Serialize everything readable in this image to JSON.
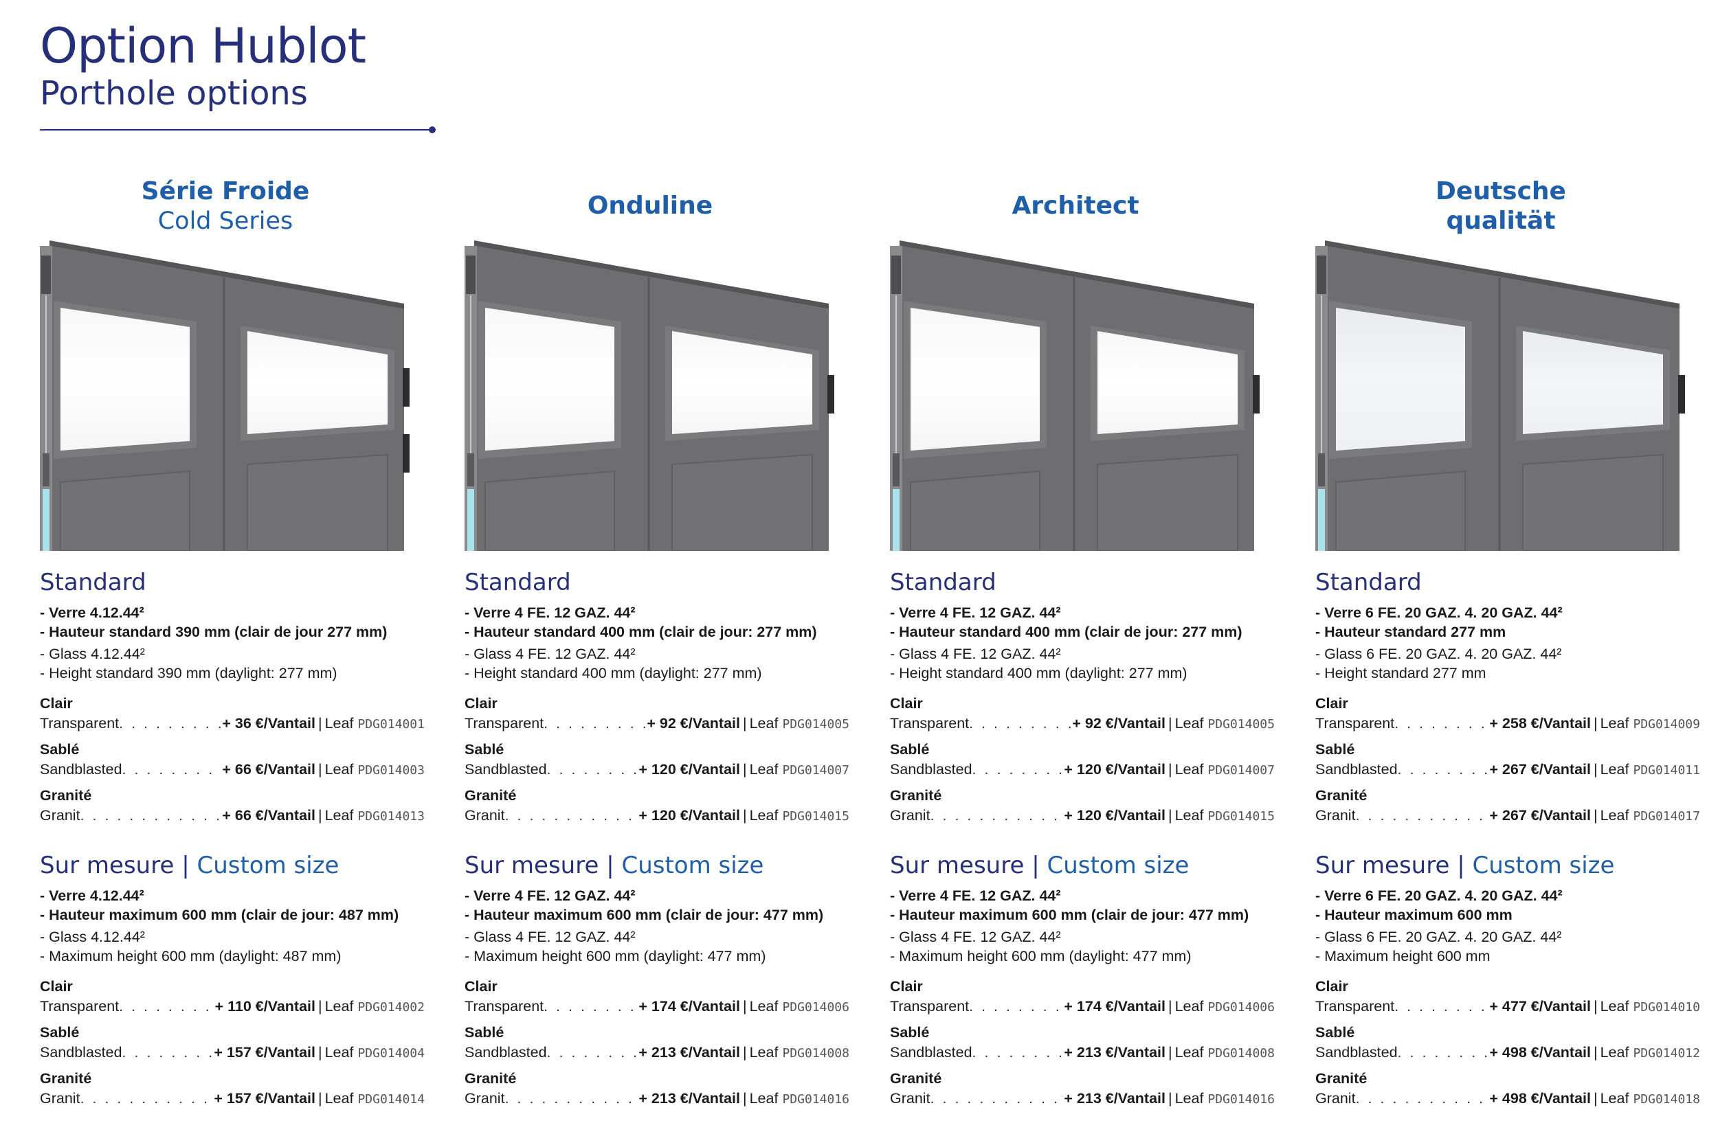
{
  "header": {
    "title": "Option Hublot",
    "subtitle": "Porthole options"
  },
  "columns": [
    {
      "title_fr": "Série Froide",
      "title_en": "Cold Series",
      "standard": {
        "title": "Standard",
        "spec_fr_1": "- Verre 4.12.44²",
        "spec_fr_2": "- Hauteur standard 390 mm (clair de jour 277 mm)",
        "spec_en_1": "- Glass 4.12.44²",
        "spec_en_2": "- Height standard 390 mm (daylight: 277 mm)",
        "prices": [
          {
            "fr": "Clair",
            "en": "Transparent",
            "price": "+ 36 €/Vantail",
            "leaf": "Leaf",
            "code": "PDG014001"
          },
          {
            "fr": "Sablé",
            "en": "Sandblasted",
            "price": "+ 66 €/Vantail",
            "leaf": "Leaf",
            "code": "PDG014003"
          },
          {
            "fr": "Granité",
            "en": "Granit",
            "price": "+ 66 €/Vantail",
            "leaf": "Leaf",
            "code": "PDG014013"
          }
        ]
      },
      "custom": {
        "title_fr": "Sur mesure",
        "title_en": "Custom size",
        "spec_fr_1": "- Verre 4.12.44²",
        "spec_fr_2": "- Hauteur maximum 600 mm (clair de jour: 487 mm)",
        "spec_en_1": "- Glass 4.12.44²",
        "spec_en_2": "- Maximum height 600 mm (daylight: 487 mm)",
        "prices": [
          {
            "fr": "Clair",
            "en": "Transparent",
            "price": "+ 110 €/Vantail",
            "leaf": "Leaf",
            "code": "PDG014002"
          },
          {
            "fr": "Sablé",
            "en": "Sandblasted",
            "price": "+ 157 €/Vantail",
            "leaf": "Leaf",
            "code": "PDG014004"
          },
          {
            "fr": "Granité",
            "en": "Granit",
            "price": "+ 157 €/Vantail",
            "leaf": "Leaf",
            "code": "PDG014014"
          }
        ]
      }
    },
    {
      "title_fr": "Onduline",
      "title_en": "",
      "standard": {
        "title": "Standard",
        "spec_fr_1": "- Verre 4 FE. 12 GAZ. 44²",
        "spec_fr_2": "- Hauteur standard 400 mm (clair de jour: 277 mm)",
        "spec_en_1": "- Glass 4 FE. 12 GAZ. 44²",
        "spec_en_2": "- Height standard 400 mm (daylight: 277 mm)",
        "prices": [
          {
            "fr": "Clair",
            "en": "Transparent",
            "price": "+ 92 €/Vantail",
            "leaf": "Leaf",
            "code": "PDG014005"
          },
          {
            "fr": "Sablé",
            "en": "Sandblasted",
            "price": "+ 120 €/Vantail",
            "leaf": "Leaf",
            "code": "PDG014007"
          },
          {
            "fr": "Granité",
            "en": "Granit",
            "price": "+ 120 €/Vantail",
            "leaf": "Leaf",
            "code": "PDG014015"
          }
        ]
      },
      "custom": {
        "title_fr": "Sur mesure",
        "title_en": "Custom size",
        "spec_fr_1": "- Verre 4 FE. 12 GAZ. 44²",
        "spec_fr_2": "- Hauteur maximum 600 mm (clair de jour: 477 mm)",
        "spec_en_1": "- Glass 4 FE. 12 GAZ. 44²",
        "spec_en_2": "- Maximum height 600 mm (daylight: 477 mm)",
        "prices": [
          {
            "fr": "Clair",
            "en": "Transparent",
            "price": "+ 174 €/Vantail",
            "leaf": "Leaf",
            "code": "PDG014006"
          },
          {
            "fr": "Sablé",
            "en": "Sandblasted",
            "price": "+ 213 €/Vantail",
            "leaf": "Leaf",
            "code": "PDG014008"
          },
          {
            "fr": "Granité",
            "en": "Granit",
            "price": "+ 213 €/Vantail",
            "leaf": "Leaf",
            "code": "PDG014016"
          }
        ]
      }
    },
    {
      "title_fr": "Architect",
      "title_en": "",
      "standard": {
        "title": "Standard",
        "spec_fr_1": "- Verre 4 FE. 12 GAZ. 44²",
        "spec_fr_2": "- Hauteur standard 400 mm (clair de jour: 277 mm)",
        "spec_en_1": "- Glass 4 FE. 12 GAZ. 44²",
        "spec_en_2": "- Height standard 400 mm (daylight: 277 mm)",
        "prices": [
          {
            "fr": "Clair",
            "en": "Transparent",
            "price": "+ 92 €/Vantail",
            "leaf": "Leaf",
            "code": "PDG014005"
          },
          {
            "fr": "Sablé",
            "en": "Sandblasted",
            "price": "+ 120 €/Vantail",
            "leaf": "Leaf",
            "code": "PDG014007"
          },
          {
            "fr": "Granité",
            "en": "Granit",
            "price": "+ 120 €/Vantail",
            "leaf": "Leaf",
            "code": "PDG014015"
          }
        ]
      },
      "custom": {
        "title_fr": "Sur mesure",
        "title_en": "Custom size",
        "spec_fr_1": "- Verre 4 FE. 12 GAZ. 44²",
        "spec_fr_2": "- Hauteur maximum 600 mm (clair de jour: 477 mm)",
        "spec_en_1": "- Glass 4 FE. 12 GAZ. 44²",
        "spec_en_2": "- Maximum height 600 mm (daylight: 477 mm)",
        "prices": [
          {
            "fr": "Clair",
            "en": "Transparent",
            "price": "+ 174 €/Vantail",
            "leaf": "Leaf",
            "code": "PDG014006"
          },
          {
            "fr": "Sablé",
            "en": "Sandblasted",
            "price": "+ 213 €/Vantail",
            "leaf": "Leaf",
            "code": "PDG014008"
          },
          {
            "fr": "Granité",
            "en": "Granit",
            "price": "+ 213 €/Vantail",
            "leaf": "Leaf",
            "code": "PDG014016"
          }
        ]
      }
    },
    {
      "title_fr": "Deutsche",
      "title_en": "qualität",
      "standard": {
        "title": "Standard",
        "spec_fr_1": "- Verre 6 FE. 20 GAZ. 4. 20 GAZ. 44²",
        "spec_fr_2": "- Hauteur standard 277 mm",
        "spec_en_1": "- Glass 6 FE. 20 GAZ. 4. 20 GAZ. 44²",
        "spec_en_2": "- Height standard 277 mm",
        "prices": [
          {
            "fr": "Clair",
            "en": "Transparent",
            "price": "+ 258 €/Vantail",
            "leaf": "Leaf",
            "code": "PDG014009"
          },
          {
            "fr": "Sablé",
            "en": "Sandblasted",
            "price": "+ 267 €/Vantail",
            "leaf": "Leaf",
            "code": "PDG014011"
          },
          {
            "fr": "Granité",
            "en": "Granit",
            "price": "+ 267 €/Vantail",
            "leaf": "Leaf",
            "code": "PDG014017"
          }
        ]
      },
      "custom": {
        "title_fr": "Sur mesure",
        "title_en": "Custom size",
        "spec_fr_1": "- Verre 6 FE. 20 GAZ. 4. 20 GAZ. 44²",
        "spec_fr_2": "- Hauteur maximum 600 mm",
        "spec_en_1": "- Glass 6 FE. 20 GAZ. 4. 20 GAZ. 44²",
        "spec_en_2": "- Maximum height 600 mm",
        "prices": [
          {
            "fr": "Clair",
            "en": "Transparent",
            "price": "+ 477 €/Vantail",
            "leaf": "Leaf",
            "code": "PDG014010"
          },
          {
            "fr": "Sablé",
            "en": "Sandblasted",
            "price": "+ 498 €/Vantail",
            "leaf": "Leaf",
            "code": "PDG014012"
          },
          {
            "fr": "Granité",
            "en": "Granit",
            "price": "+ 498 €/Vantail",
            "leaf": "Leaf",
            "code": "PDG014018"
          }
        ]
      }
    }
  ],
  "colors": {
    "heading_navy": "#26307a",
    "heading_blue": "#1f5ea8",
    "door_grey": "#6e6e70",
    "glass_blue": "#a9e3ee"
  }
}
